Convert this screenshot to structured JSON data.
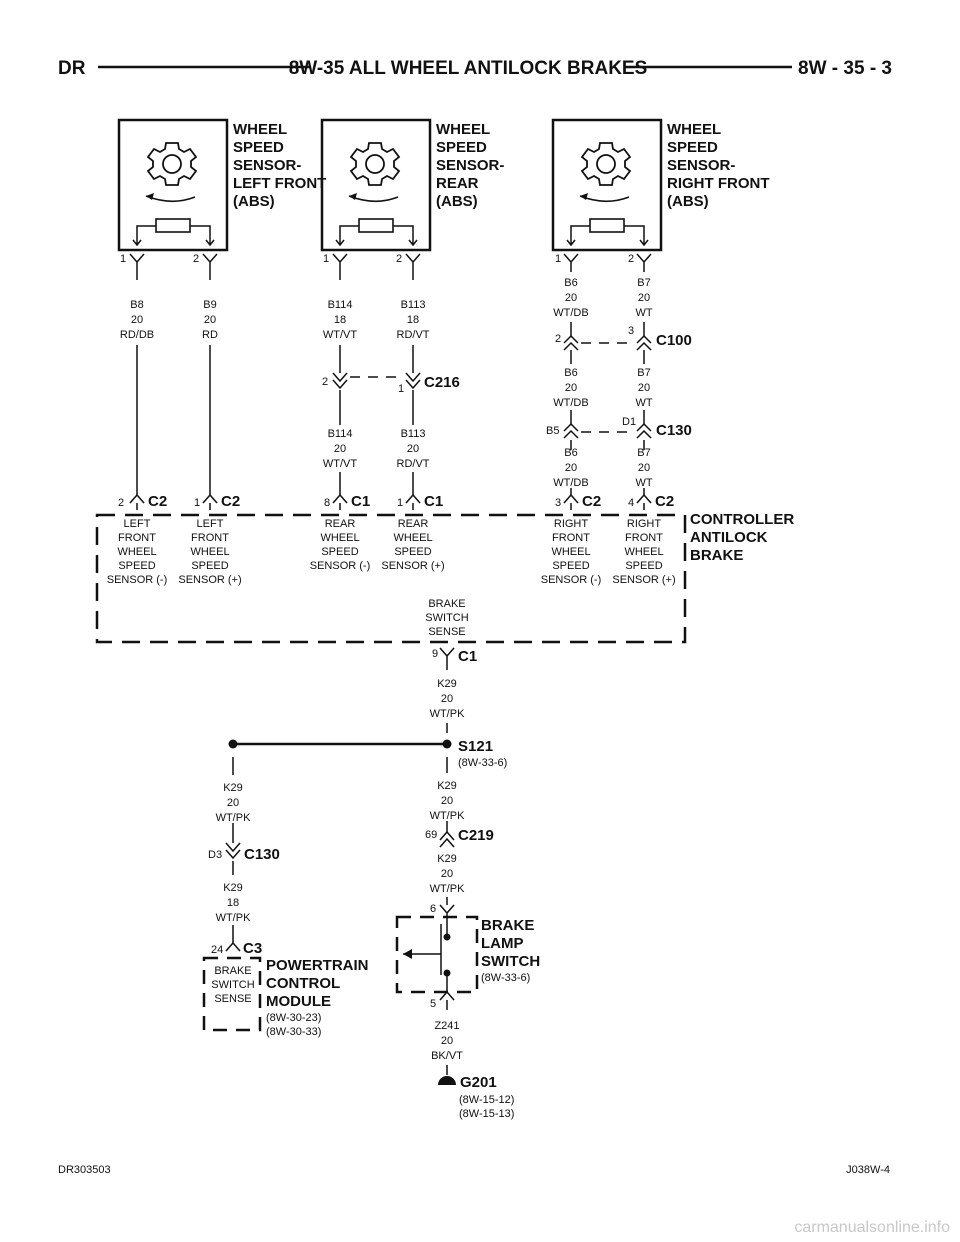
{
  "header": {
    "left": "DR",
    "title": "8W-35 ALL WHEEL ANTILOCK BRAKES",
    "right": "8W - 35 - 3"
  },
  "sensors": {
    "left_front": [
      "WHEEL",
      "SPEED",
      "SENSOR-",
      "LEFT FRONT",
      "(ABS)"
    ],
    "rear": [
      "WHEEL",
      "SPEED",
      "SENSOR-",
      "REAR",
      "(ABS)"
    ],
    "right_front": [
      "WHEEL",
      "SPEED",
      "SENSOR-",
      "RIGHT FRONT",
      "(ABS)"
    ]
  },
  "sensor_pins": {
    "p1": "1",
    "p2": "2"
  },
  "wires": {
    "b8": [
      "B8",
      "20",
      "RD/DB"
    ],
    "b9": [
      "B9",
      "20",
      "RD"
    ],
    "b114_top": [
      "B114",
      "18",
      "WT/VT"
    ],
    "b113_top": [
      "B113",
      "18",
      "RD/VT"
    ],
    "b114_bot": [
      "B114",
      "20",
      "WT/VT"
    ],
    "b113_bot": [
      "B113",
      "20",
      "RD/VT"
    ],
    "b6_a": [
      "B6",
      "20",
      "WT/DB"
    ],
    "b7_a": [
      "B7",
      "20",
      "WT"
    ],
    "b6_b": [
      "B6",
      "20",
      "WT/DB"
    ],
    "b7_b": [
      "B7",
      "20",
      "WT"
    ],
    "b6_c": [
      "B6",
      "20",
      "WT/DB"
    ],
    "b7_c": [
      "B7",
      "20",
      "WT"
    ],
    "k29_a": [
      "K29",
      "20",
      "WT/PK"
    ],
    "k29_b": [
      "K29",
      "20",
      "WT/PK"
    ],
    "k29_c": [
      "K29",
      "20",
      "WT/PK"
    ],
    "k29_d": [
      "K29",
      "20",
      "WT/PK"
    ],
    "k29_e": [
      "K29",
      "18",
      "WT/PK"
    ],
    "z241": [
      "Z241",
      "20",
      "BK/VT"
    ]
  },
  "connectors": {
    "c216": {
      "name": "C216",
      "pin_left": "2",
      "pin_right": "1"
    },
    "c100": {
      "name": "C100",
      "pin_left": "2",
      "pin_right": "3"
    },
    "c130_rf": {
      "name": "C130",
      "pin_left": "B5",
      "pin_right": "D1"
    },
    "lf_minus": {
      "pin": "2",
      "name": "C2"
    },
    "lf_plus": {
      "pin": "1",
      "name": "C2"
    },
    "rear_minus": {
      "pin": "8",
      "name": "C1"
    },
    "rear_plus": {
      "pin": "1",
      "name": "C1"
    },
    "rf_minus": {
      "pin": "3",
      "name": "C2"
    },
    "rf_plus": {
      "pin": "4",
      "name": "C2"
    },
    "brake_sense": {
      "pin": "9",
      "name": "C1"
    },
    "c219": {
      "pin": "69",
      "name": "C219"
    },
    "c130_k": {
      "pin": "D3",
      "name": "C130"
    },
    "c3": {
      "pin": "24",
      "name": "C3"
    }
  },
  "cab_labels": {
    "lf_minus": [
      "LEFT",
      "FRONT",
      "WHEEL",
      "SPEED",
      "SENSOR (-)"
    ],
    "lf_plus": [
      "LEFT",
      "FRONT",
      "WHEEL",
      "SPEED",
      "SENSOR (+)"
    ],
    "rear_minus": [
      "REAR",
      "WHEEL",
      "SPEED",
      "SENSOR (-)"
    ],
    "rear_plus": [
      "REAR",
      "WHEEL",
      "SPEED",
      "SENSOR (+)"
    ],
    "rf_minus": [
      "RIGHT",
      "FRONT",
      "WHEEL",
      "SPEED",
      "SENSOR (-)"
    ],
    "rf_plus": [
      "RIGHT",
      "FRONT",
      "WHEEL",
      "SPEED",
      "SENSOR (+)"
    ],
    "brake_sense": [
      "BRAKE",
      "SWITCH",
      "SENSE"
    ]
  },
  "cab_name": [
    "CONTROLLER",
    "ANTILOCK",
    "BRAKE"
  ],
  "splice": {
    "name": "S121",
    "ref": "(8W-33-6)"
  },
  "pcm": {
    "name": [
      "POWERTRAIN",
      "CONTROL",
      "MODULE"
    ],
    "refs": [
      "(8W-30-23)",
      "(8W-30-33)"
    ],
    "inner": [
      "BRAKE",
      "SWITCH",
      "SENSE"
    ]
  },
  "brake_lamp_switch": {
    "name": [
      "BRAKE",
      "LAMP",
      "SWITCH"
    ],
    "ref": "(8W-33-6)",
    "pin_top": "6",
    "pin_bottom": "5"
  },
  "ground": {
    "name": "G201",
    "refs": [
      "(8W-15-12)",
      "(8W-15-13)"
    ]
  },
  "footer": {
    "left": "DR303503",
    "right": "J038W-4"
  },
  "watermark": "carmanualsonline.info"
}
